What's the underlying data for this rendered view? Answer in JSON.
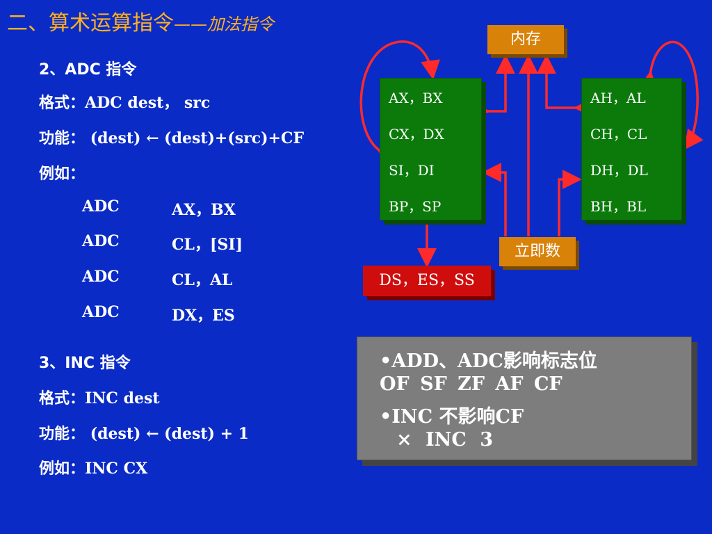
{
  "title": {
    "main": "二、算术运算指令",
    "dash": "——",
    "sub": "加法指令"
  },
  "left": {
    "adc_heading": "2、ADC 指令",
    "adc_format_label": "格式：",
    "adc_format": "ADC dest， src",
    "adc_func_label": "功能：",
    "adc_func": "(dest) ← (dest)+(src)+CF",
    "example_label": "例如：",
    "adc_examples": [
      {
        "op": "ADC",
        "args": "AX，BX"
      },
      {
        "op": "ADC",
        "args": "CL，[SI]"
      },
      {
        "op": "ADC",
        "args": "CL，AL"
      },
      {
        "op": "ADC",
        "args": "DX，ES"
      }
    ],
    "inc_heading": "3、INC 指令",
    "inc_format_label": "格式：",
    "inc_format": "INC dest",
    "inc_func_label": "功能：",
    "inc_func": "(dest) ← (dest) + 1",
    "inc_example_label": "例如：",
    "inc_example": "INC CX"
  },
  "diagram": {
    "memory_label": "内存",
    "immediate_label": "立即数",
    "segment_label": "DS，ES，SS",
    "reg16": [
      "AX，BX",
      "CX，DX",
      "SI，DI",
      "BP，SP"
    ],
    "reg8": [
      "AH，AL",
      "CH，CL",
      "DH，DL",
      "BH，BL"
    ],
    "arrow_color": "#ff2a2a"
  },
  "note": {
    "line1": "•ADD、ADC影响标志位",
    "line2": "OF SF ZF AF CF",
    "line3": "•INC 不影响CF",
    "line4": "× INC 3"
  }
}
